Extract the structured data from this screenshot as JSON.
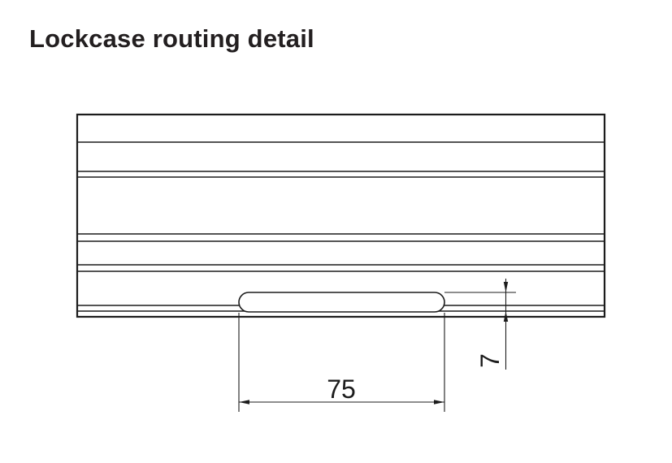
{
  "title": "Lockcase routing detail",
  "colors": {
    "background": "#ffffff",
    "line": "#1c1c1c",
    "title_text": "#231f20",
    "dim_text": "#1c1c1c"
  },
  "dimensions": {
    "slot_length": "75",
    "slot_depth": "7"
  }
}
